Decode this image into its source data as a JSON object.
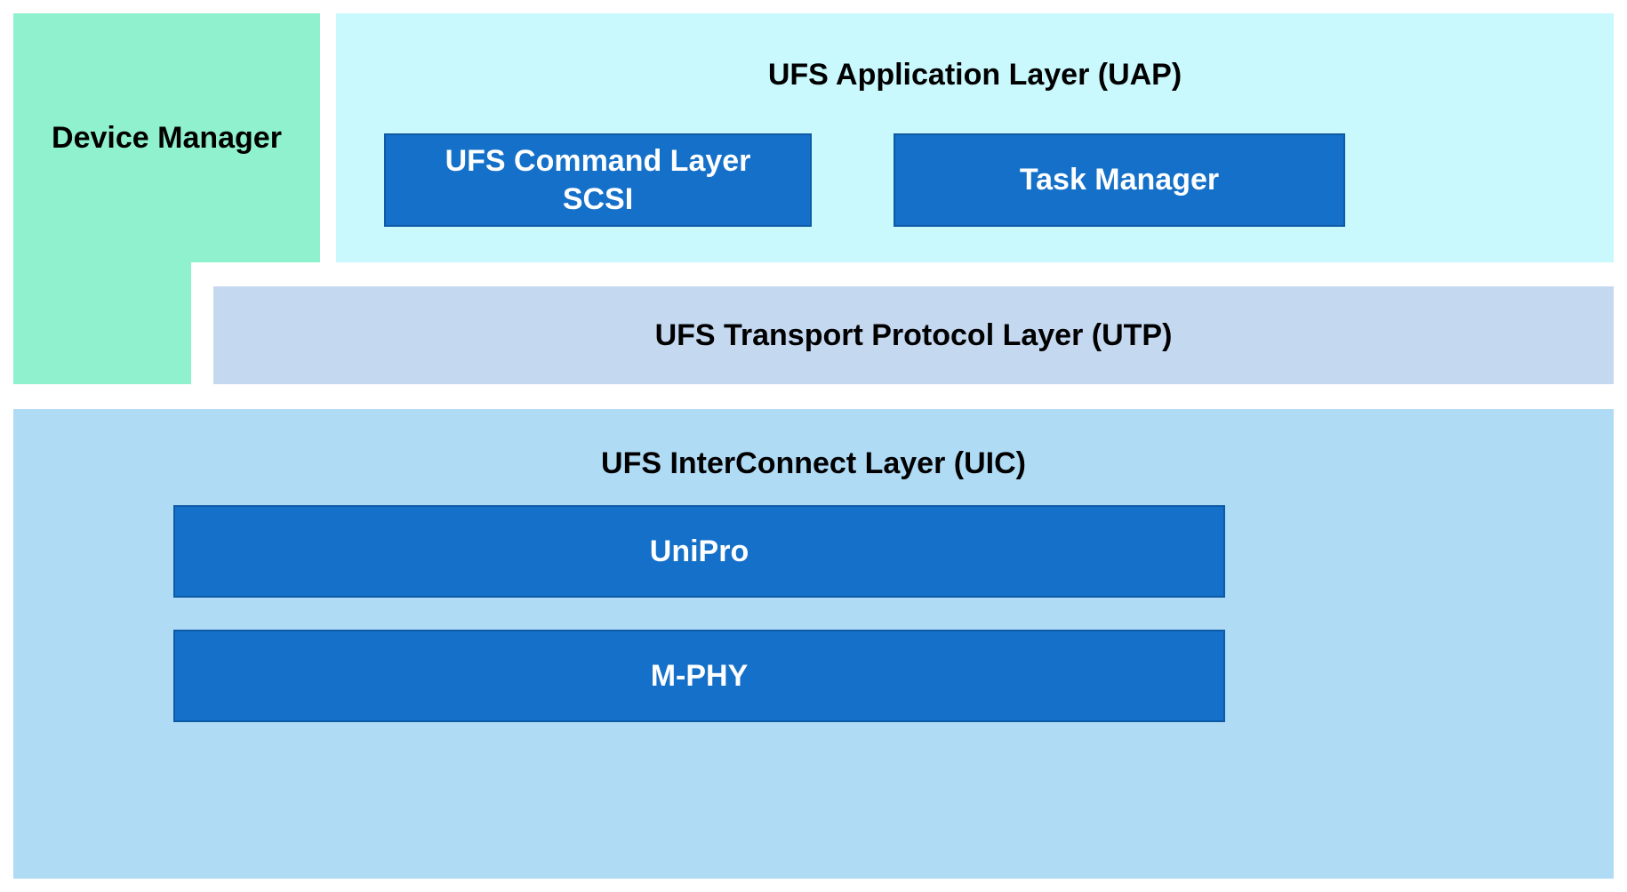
{
  "device_manager": {
    "label": "Device Manager"
  },
  "uap": {
    "title": "UFS Application Layer (UAP)",
    "command_layer": {
      "line1": "UFS Command Layer",
      "line2": "SCSI"
    },
    "task_manager": {
      "label": "Task Manager"
    }
  },
  "utp": {
    "title": "UFS Transport Protocol Layer (UTP)"
  },
  "uic": {
    "title": "UFS InterConnect Layer (UIC)",
    "unipro": {
      "label": "UniPro"
    },
    "mphy": {
      "label": "M-PHY"
    }
  },
  "colors": {
    "device_manager_bg": "#90F1CF",
    "uap_bg": "#C9F8FD",
    "utp_bg": "#C4D8F0",
    "uic_bg": "#AFDBF5",
    "box_bg": "#1470C8",
    "box_border": "#0D5AA6",
    "text_dark": "#000000",
    "text_light": "#FFFFFF"
  }
}
